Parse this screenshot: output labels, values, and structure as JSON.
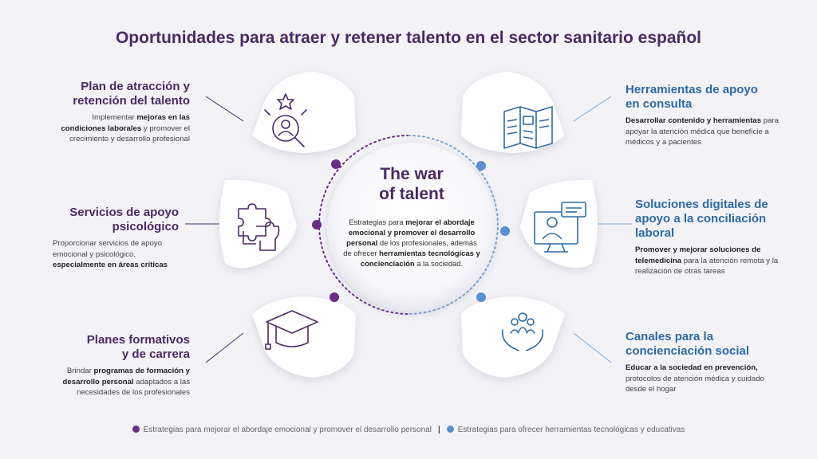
{
  "title": "Oportunidades para atraer y retener talento en el sector sanitario español",
  "center": {
    "title_line1": "The war",
    "title_line2": "of talent",
    "desc": [
      {
        "t": "Estrategias para ",
        "b": false
      },
      {
        "t": "mejorar el abordaje emocional y promover el desarrollo personal",
        "b": true
      },
      {
        "t": " de los profesionales,  además de ofrecer ",
        "b": false
      },
      {
        "t": "herramientas tecnológicas y concienciación",
        "b": true
      },
      {
        "t": " a la sociedad.",
        "b": false
      }
    ]
  },
  "left_items": [
    {
      "title_lines": [
        "Plan de atracción y",
        "retención del talento"
      ],
      "icon": "award-person-search-icon",
      "desc": [
        {
          "t": "Implementar ",
          "b": false
        },
        {
          "t": "mejoras en las condiciones laborales",
          "b": true
        },
        {
          "t": " y promover el crecimiento y desarrollo profesional",
          "b": false
        }
      ]
    },
    {
      "title_lines": [
        "Servicios de apoyo",
        "psicológico"
      ],
      "icon": "puzzle-head-icon",
      "desc": [
        {
          "t": "Proporcionar servicios de apoyo emocional y psicológico, ",
          "b": false
        },
        {
          "t": "especialmente en áreas críticas",
          "b": true
        }
      ]
    },
    {
      "title_lines": [
        "Planes formativos",
        "y de carrera"
      ],
      "icon": "graduation-cap-icon",
      "desc": [
        {
          "t": "Brindar ",
          "b": false
        },
        {
          "t": "programas de formación y desarrollo personal",
          "b": true
        },
        {
          "t": " adaptados a las necesidades de los profesionales",
          "b": false
        }
      ]
    }
  ],
  "right_items": [
    {
      "title_lines": [
        "Herramientas de apoyo",
        "en consulta"
      ],
      "icon": "brochure-icon",
      "desc": [
        {
          "t": "Desarrollar contenido y herramientas",
          "b": true
        },
        {
          "t": " para apoyar la atención médica que beneficie a médicos y a pacientes",
          "b": false
        }
      ]
    },
    {
      "title_lines": [
        "Soluciones digitales de",
        "apoyo a la conciliación",
        "laboral"
      ],
      "icon": "telemedicine-icon",
      "desc": [
        {
          "t": "Promover y mejorar soluciones de telemedicina",
          "b": true
        },
        {
          "t": " para la atención remota y la realización de otras tareas",
          "b": false
        }
      ]
    },
    {
      "title_lines": [
        "Canales para la",
        "concienciación social"
      ],
      "icon": "hands-community-icon",
      "desc": [
        {
          "t": "Educar a la sociedad en prevención,",
          "b": true
        },
        {
          "t": " protocolos de atención médica y cuidado desde el hogar",
          "b": false
        }
      ]
    }
  ],
  "legend": {
    "purple_label": "Estrategias para mejorar el abordaje emocional y promover el desarrollo personal",
    "separator": "|",
    "blue_label": "Estrategias para ofrecer herramientas tecnológicas y educativas"
  },
  "colors": {
    "purple": "#4a2a63",
    "purple_dot": "#6b2d86",
    "blue": "#2d6aa5",
    "blue_dot": "#5b8fd0",
    "background": "#f3f3f7"
  }
}
